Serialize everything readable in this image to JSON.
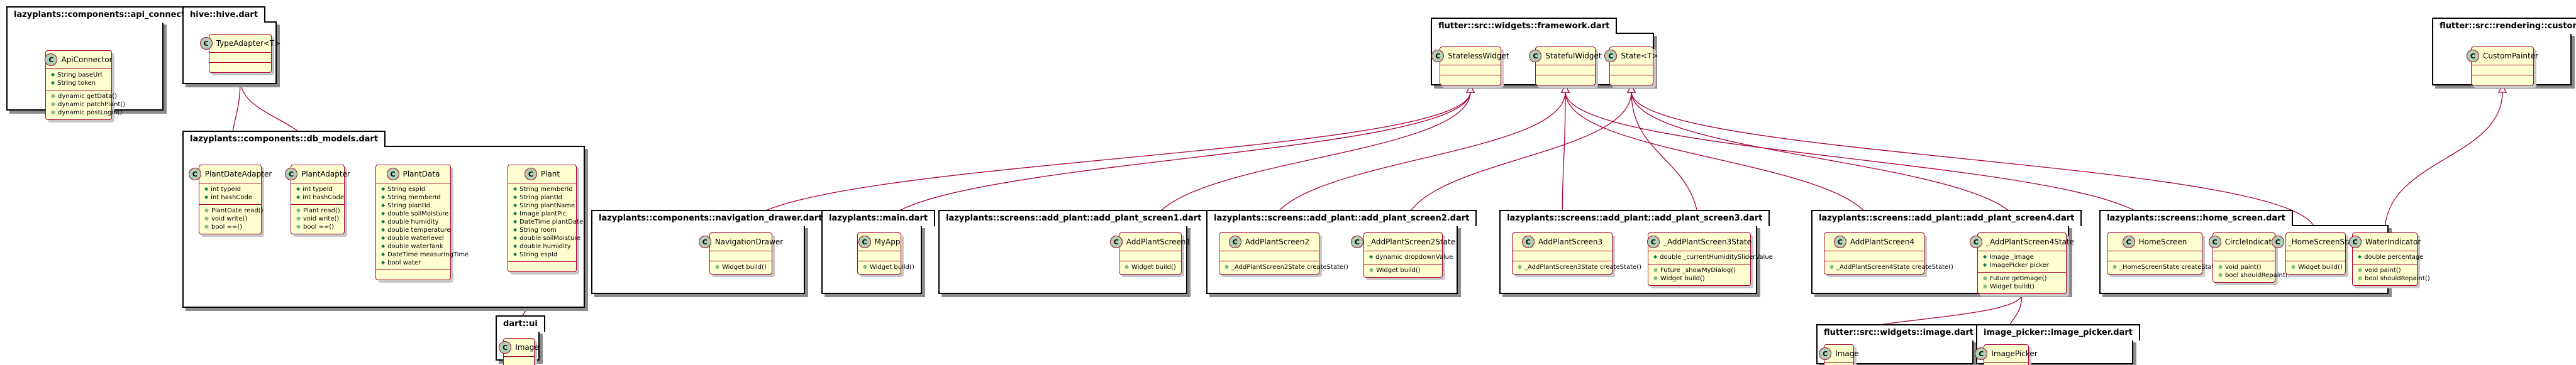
{
  "packages": [
    {
      "id": "api_connector",
      "name": "lazyplants::components::api_connector.dart",
      "classes": [
        {
          "id": "ApiConnector",
          "name": "ApiConnector",
          "stereo": "C",
          "fields": [
            "String baseUrl",
            "String token"
          ],
          "methods": [
            "dynamic getData()",
            "dynamic patchPlant()",
            "dynamic postLogin()"
          ]
        }
      ]
    },
    {
      "id": "hive",
      "name": "hive::hive.dart",
      "classes": [
        {
          "id": "TypeAdapter",
          "name": "TypeAdapter<T>",
          "stereo": "C",
          "fields": [],
          "methods": []
        }
      ]
    },
    {
      "id": "db_models",
      "name": "lazyplants::components::db_models.dart",
      "classes": [
        {
          "id": "PlantDateAdapter",
          "name": "PlantDateAdapter",
          "stereo": "C",
          "fields": [
            "int typeId",
            "int hashCode"
          ],
          "methods": [
            "PlantDate read()",
            "void write()",
            "bool ==()"
          ]
        },
        {
          "id": "PlantAdapter",
          "name": "PlantAdapter",
          "stereo": "C",
          "fields": [
            "int typeId",
            "int hashCode"
          ],
          "methods": [
            "Plant read()",
            "void write()",
            "bool ==()"
          ]
        },
        {
          "id": "PlantData",
          "name": "PlantData",
          "stereo": "C",
          "fields": [
            "String espId",
            "String memberId",
            "String plantId",
            "double soilMoisture",
            "double humidity",
            "double temperature",
            "double waterlevel",
            "double waterTank",
            "DateTime measuringTime",
            "bool water"
          ],
          "methods": []
        },
        {
          "id": "Plant",
          "name": "Plant",
          "stereo": "C",
          "fields": [
            "String memberId",
            "String plantId",
            "String plantName",
            "Image plantPic",
            "DateTime plantDate",
            "String room",
            "double soilMoisture",
            "double humidity",
            "String espId"
          ],
          "methods": []
        }
      ]
    },
    {
      "id": "dart_ui",
      "name": "dart::ui",
      "classes": [
        {
          "id": "ImageUi",
          "name": "Image",
          "stereo": "C",
          "fields": [],
          "methods": []
        }
      ]
    },
    {
      "id": "framework",
      "name": "flutter::src::widgets::framework.dart",
      "classes": [
        {
          "id": "StatelessWidget",
          "name": "StatelessWidget",
          "stereo": "C",
          "fields": [],
          "methods": []
        },
        {
          "id": "StatefulWidget",
          "name": "StatefulWidget",
          "stereo": "C",
          "fields": [],
          "methods": []
        },
        {
          "id": "StateT",
          "name": "State<T>",
          "stereo": "C",
          "fields": [],
          "methods": []
        }
      ]
    },
    {
      "id": "custom_paint",
      "name": "flutter::src::rendering::custom_paint.dart",
      "classes": [
        {
          "id": "CustomPainter",
          "name": "CustomPainter",
          "stereo": "C",
          "fields": [],
          "methods": []
        }
      ]
    },
    {
      "id": "navigation_drawer",
      "name": "lazyplants::components::navigation_drawer.dart",
      "classes": [
        {
          "id": "NavigationDrawer",
          "name": "NavigationDrawer",
          "stereo": "C",
          "fields": [],
          "methods": [
            "Widget build()"
          ]
        }
      ]
    },
    {
      "id": "main",
      "name": "lazyplants::main.dart",
      "classes": [
        {
          "id": "MyApp",
          "name": "MyApp",
          "stereo": "C",
          "fields": [],
          "methods": [
            "Widget build()"
          ]
        }
      ]
    },
    {
      "id": "screen1",
      "name": "lazyplants::screens::add_plant::add_plant_screen1.dart",
      "classes": [
        {
          "id": "AddPlantScreen1",
          "name": "AddPlantScreen1",
          "stereo": "C",
          "fields": [],
          "methods": [
            "Widget build()"
          ]
        }
      ]
    },
    {
      "id": "screen2",
      "name": "lazyplants::screens::add_plant::add_plant_screen2.dart",
      "classes": [
        {
          "id": "AddPlantScreen2",
          "name": "AddPlantScreen2",
          "stereo": "C",
          "fields": [],
          "methods": [
            "_AddPlantScreen2State createState()"
          ]
        },
        {
          "id": "AddPlantScreen2State",
          "name": "_AddPlantScreen2State",
          "stereo": "C",
          "fields": [
            "dynamic dropdownValue"
          ],
          "methods": [
            "Widget build()"
          ]
        }
      ]
    },
    {
      "id": "screen3",
      "name": "lazyplants::screens::add_plant::add_plant_screen3.dart",
      "classes": [
        {
          "id": "AddPlantScreen3",
          "name": "AddPlantScreen3",
          "stereo": "C",
          "fields": [],
          "methods": [
            "_AddPlantScreen3State createState()"
          ]
        },
        {
          "id": "AddPlantScreen3State",
          "name": "_AddPlantScreen3State",
          "stereo": "C",
          "fields": [
            "double _currentHumiditySliderValue"
          ],
          "methods": [
            "Future _showMyDialog()",
            "Widget build()"
          ]
        }
      ]
    },
    {
      "id": "screen4",
      "name": "lazyplants::screens::add_plant::add_plant_screen4.dart",
      "classes": [
        {
          "id": "AddPlantScreen4",
          "name": "AddPlantScreen4",
          "stereo": "C",
          "fields": [],
          "methods": [
            "_AddPlantScreen4State createState()"
          ]
        },
        {
          "id": "AddPlantScreen4State",
          "name": "_AddPlantScreen4State",
          "stereo": "C",
          "fields": [
            "Image _image",
            "ImagePicker picker"
          ],
          "methods": [
            "Future getImage()",
            "Widget build()"
          ]
        }
      ]
    },
    {
      "id": "home_screen",
      "name": "lazyplants::screens::home_screen.dart",
      "classes": [
        {
          "id": "HomeScreen",
          "name": "HomeScreen",
          "stereo": "C",
          "fields": [],
          "methods": [
            "_HomeScreenState createState()"
          ]
        },
        {
          "id": "CircleIndicator",
          "name": "CircleIndicator",
          "stereo": "C",
          "fields": [],
          "methods": [
            "void paint()",
            "bool shouldRepaint()"
          ]
        },
        {
          "id": "HomeScreenState",
          "name": "_HomeScreenState",
          "stereo": "C",
          "fields": [],
          "methods": [
            "Widget build()"
          ]
        },
        {
          "id": "WaterIndicator",
          "name": "WaterIndicator",
          "stereo": "C",
          "fields": [
            "double percentage"
          ],
          "methods": [
            "void paint()",
            "bool shouldRepaint()"
          ]
        }
      ]
    },
    {
      "id": "image_dart",
      "name": "flutter::src::widgets::image.dart",
      "classes": [
        {
          "id": "ImageWidget",
          "name": "Image",
          "stereo": "C",
          "fields": [],
          "methods": []
        }
      ]
    },
    {
      "id": "image_picker",
      "name": "image_picker::image_picker.dart",
      "classes": [
        {
          "id": "ImagePicker",
          "name": "ImagePicker",
          "stereo": "C",
          "fields": [],
          "methods": []
        }
      ]
    }
  ],
  "edges": [
    {
      "from": "PlantDateAdapter",
      "to": "TypeAdapter",
      "kind": "inherit"
    },
    {
      "from": "PlantAdapter",
      "to": "TypeAdapter",
      "kind": "inherit"
    },
    {
      "from": "Plant",
      "to": "ImageUi",
      "kind": "assoc"
    },
    {
      "from": "NavigationDrawer",
      "to": "StatelessWidget",
      "kind": "inherit"
    },
    {
      "from": "MyApp",
      "to": "StatelessWidget",
      "kind": "inherit"
    },
    {
      "from": "AddPlantScreen1",
      "to": "StatelessWidget",
      "kind": "inherit"
    },
    {
      "from": "AddPlantScreen2",
      "to": "StatefulWidget",
      "kind": "inherit"
    },
    {
      "from": "AddPlantScreen2State",
      "to": "StateT",
      "kind": "inherit"
    },
    {
      "from": "AddPlantScreen3",
      "to": "StatefulWidget",
      "kind": "inherit"
    },
    {
      "from": "AddPlantScreen3State",
      "to": "StateT",
      "kind": "inherit"
    },
    {
      "from": "AddPlantScreen4",
      "to": "StatefulWidget",
      "kind": "inherit"
    },
    {
      "from": "AddPlantScreen4State",
      "to": "StateT",
      "kind": "inherit"
    },
    {
      "from": "AddPlantScreen4State",
      "to": "ImageWidget",
      "kind": "assoc"
    },
    {
      "from": "AddPlantScreen4State",
      "to": "ImagePicker",
      "kind": "assoc"
    },
    {
      "from": "HomeScreen",
      "to": "StatefulWidget",
      "kind": "inherit"
    },
    {
      "from": "HomeScreenState",
      "to": "StateT",
      "kind": "inherit"
    },
    {
      "from": "WaterIndicator",
      "to": "CustomPainter",
      "kind": "inherit"
    }
  ],
  "colors": {
    "class_fill": "#fefece",
    "class_border": "#a80036",
    "stereo_fill": "#add1b2",
    "edge": "#a80036"
  }
}
